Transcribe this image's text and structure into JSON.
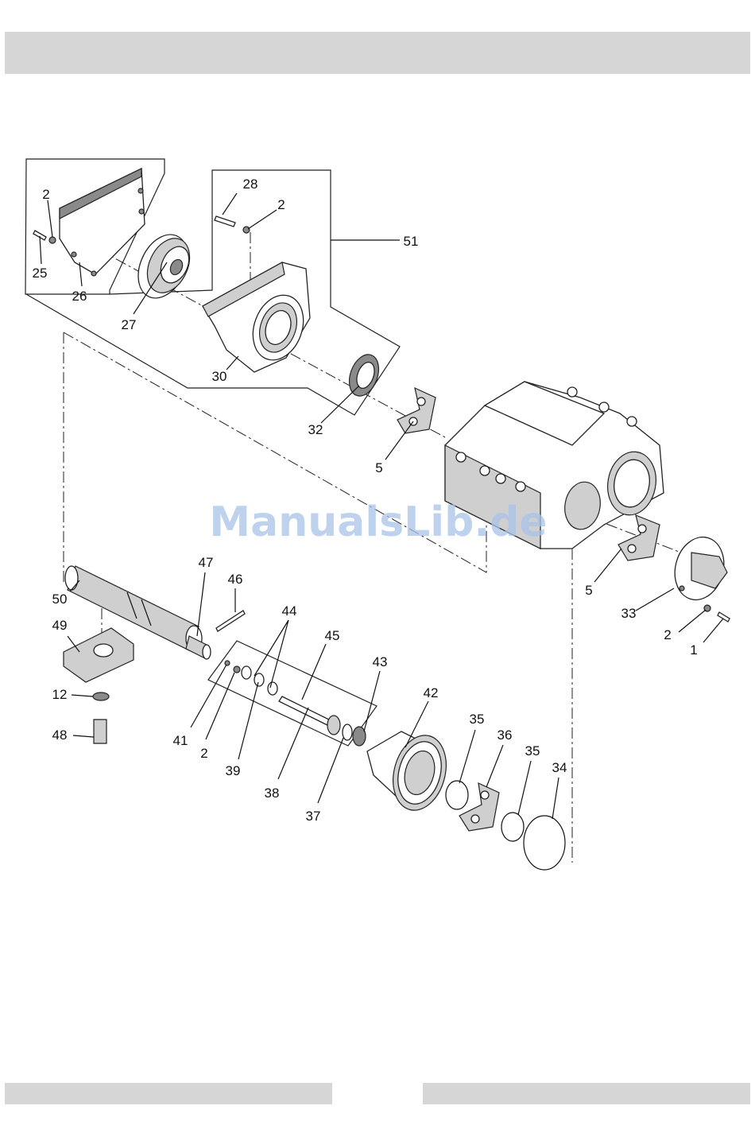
{
  "watermark": "ManualsLib.de",
  "callouts": {
    "c1": "1",
    "c2a": "2",
    "c2b": "2",
    "c2c": "2",
    "c2d": "2",
    "c5a": "5",
    "c5b": "5",
    "c12": "12",
    "c25": "25",
    "c26": "26",
    "c27": "27",
    "c28": "28",
    "c30": "30",
    "c32": "32",
    "c33": "33",
    "c34": "34",
    "c35a": "35",
    "c35b": "35",
    "c36": "36",
    "c37": "37",
    "c38": "38",
    "c39": "39",
    "c41": "41",
    "c42": "42",
    "c43": "43",
    "c44": "44",
    "c45": "45",
    "c46": "46",
    "c47": "47",
    "c48": "48",
    "c49": "49",
    "c50": "50",
    "c51": "51"
  }
}
